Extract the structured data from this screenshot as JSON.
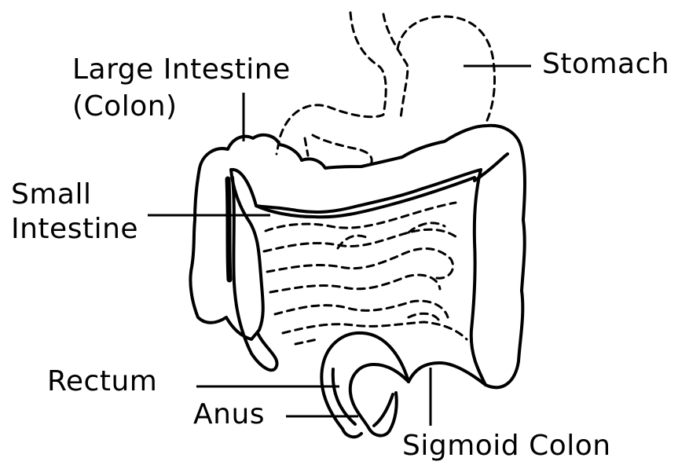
{
  "labels": {
    "large_intestine_line1": "Large Intestine",
    "large_intestine_line2": "(Colon)",
    "stomach": "Stomach",
    "small_intestine_line1": "Small",
    "small_intestine_line2": "Intestine",
    "rectum": "Rectum",
    "anus": "Anus",
    "sigmoid_colon": "Sigmoid Colon"
  },
  "colors": {
    "ink": "#000000",
    "background": "#ffffff"
  }
}
